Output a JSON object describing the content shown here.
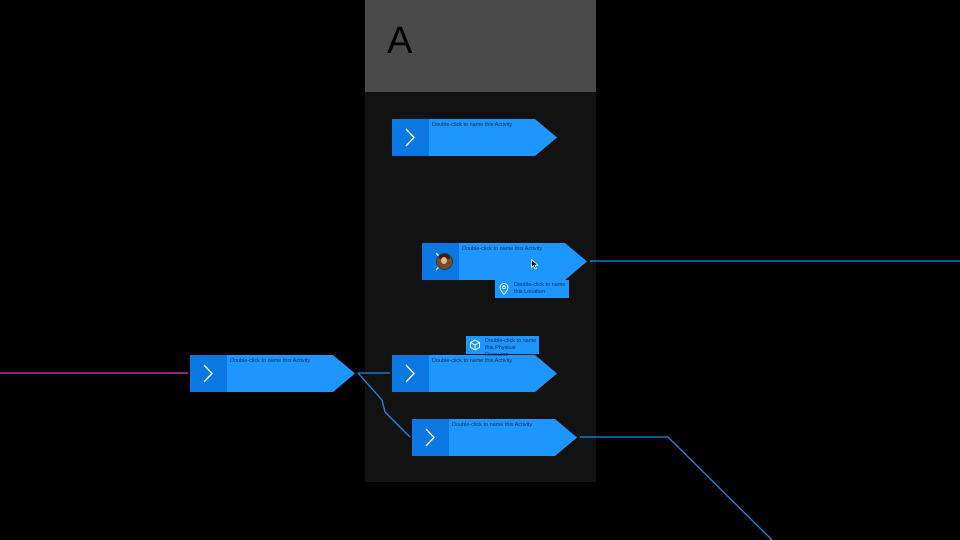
{
  "lane": {
    "title": "A"
  },
  "activities": [
    {
      "label": "Double-click to name this Activity"
    },
    {
      "label": "Double-click to name this Activity"
    },
    {
      "label": "Double-click to name this Activity"
    },
    {
      "label": "Double-click to name this Activity"
    },
    {
      "label": "Double-click to name this Activity"
    }
  ],
  "badges": {
    "location": {
      "line1": "Double-click to name",
      "line2": "this Location",
      "icon": "location-pin-icon"
    },
    "physical_resource": {
      "line1": "Double-click to name",
      "line2": "this Physical Resource",
      "icon": "cube-icon"
    }
  },
  "colors": {
    "activity_fill": "#1e96ff",
    "activity_icon_bg": "#0a78e0",
    "connector_blue": "#1e88e5",
    "connector_magenta": "#e040c0",
    "lane_header": "#4a4a4a",
    "lane_body": "#121212"
  }
}
